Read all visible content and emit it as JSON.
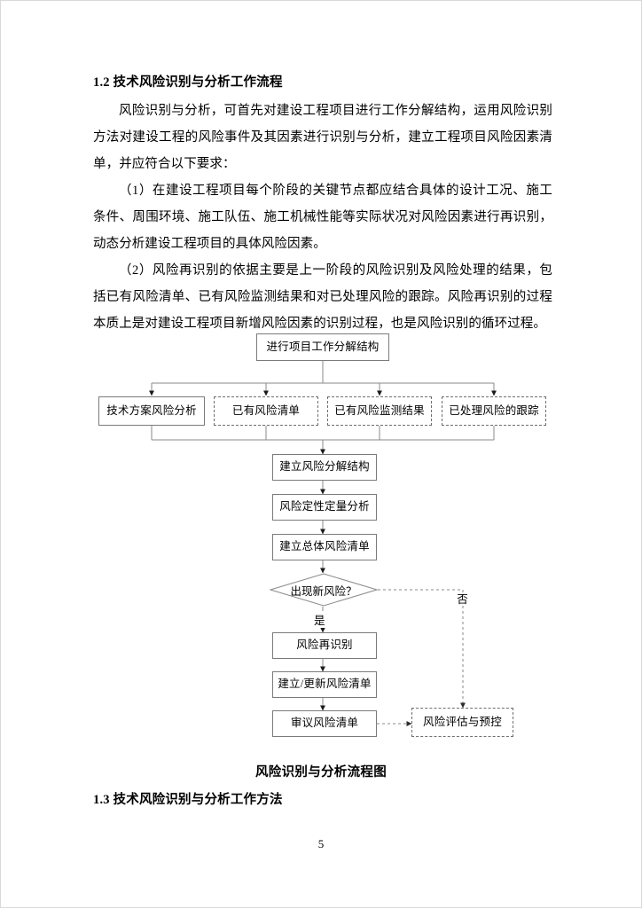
{
  "document": {
    "page_number": "5",
    "heading_1_2": "1.2 技术风险识别与分析工作流程",
    "heading_1_3": "1.3 技术风险识别与分析工作方法",
    "figure_caption": "风险识别与分析流程图",
    "paragraphs": [
      "风险识别与分析，可首先对建设工程项目进行工作分解结构，运用风险识别方法对建设工程的风险事件及其因素进行识别与分析，建立工程项目风险因素清单，并应符合以下要求：",
      "（1）在建设工程项目每个阶段的关键节点都应结合具体的设计工况、施工条件、周围环境、施工队伍、施工机械性能等实际状况对风险因素进行再识别，动态分析建设工程项目的具体风险因素。",
      "（2）风险再识别的依据主要是上一阶段的风险识别及风险处理的结果，包括已有风险清单、已有风险监测结果和对已处理风险的跟踪。风险再识别的过程本质上是对建设工程项目新增风险因素的识别过程，也是风险识别的循环过程。"
    ]
  },
  "flowchart": {
    "title": "风险识别与分析流程图",
    "line_color": "#7b7b7b",
    "nodes": {
      "wbs": "进行项目工作分解结构",
      "tech_scheme": "技术方案风险分析",
      "existing_list": "已有风险清单",
      "monitor_result": "已有风险监测结果",
      "handled_track": "已处理风险的跟踪",
      "rbs": "建立风险分解结构",
      "qual_quant": "风险定性定量分析",
      "overall_list": "建立总体风险清单",
      "decision": "出现新风险？",
      "re_identify": "风险再识别",
      "update_list": "建立/更新风险清单",
      "review_list": "审议风险清单",
      "assess_control": "风险评估与预控"
    },
    "branch_labels": {
      "yes": "是",
      "no": "否"
    }
  }
}
